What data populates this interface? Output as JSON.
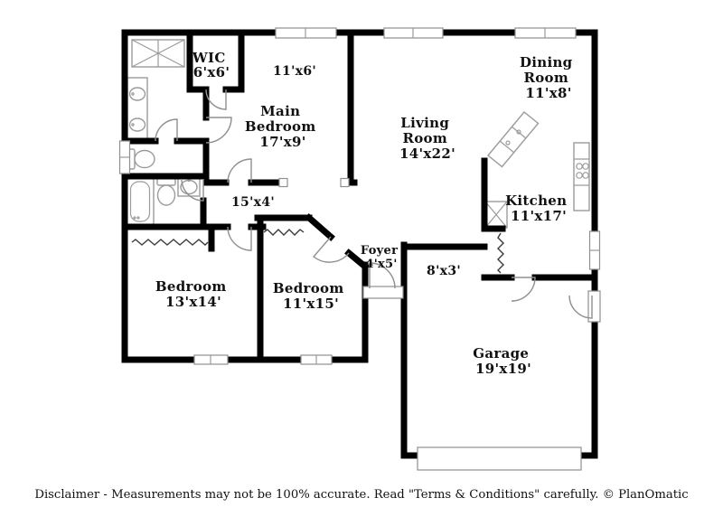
{
  "colors": {
    "wall": "#000000",
    "fixture_outline": "#9b9b9b",
    "label_text": "#111111",
    "background": "#ffffff"
  },
  "rooms": {
    "wic": {
      "name": "WIC",
      "dims": "6'x6'"
    },
    "main_bedroom_nook": {
      "dims": "11'x6'"
    },
    "main_bedroom": {
      "name_line1": "Main",
      "name_line2": "Bedroom",
      "dims": "17'x9'"
    },
    "dining_room": {
      "name_line1": "Dining",
      "name_line2": "Room",
      "dims": "11'x8'"
    },
    "living_room": {
      "name_line1": "Living",
      "name_line2": "Room",
      "dims": "14'x22'"
    },
    "kitchen": {
      "name": "Kitchen",
      "dims": "11'x17'"
    },
    "hallway": {
      "dims": "15'x4'"
    },
    "foyer": {
      "name": "Foyer",
      "dims": "4'x5'"
    },
    "entry_passage": {
      "dims": "8'x3'"
    },
    "bedroom_left": {
      "name": "Bedroom",
      "dims": "13'x14'"
    },
    "bedroom_middle": {
      "name": "Bedroom",
      "dims": "11'x15'"
    },
    "garage": {
      "name": "Garage",
      "dims": "19'x19'"
    }
  },
  "footer": {
    "disclaimer": "Disclaimer - Measurements may not be 100% accurate. Read \"Terms & Conditions\" carefully. © PlanOmatic"
  }
}
